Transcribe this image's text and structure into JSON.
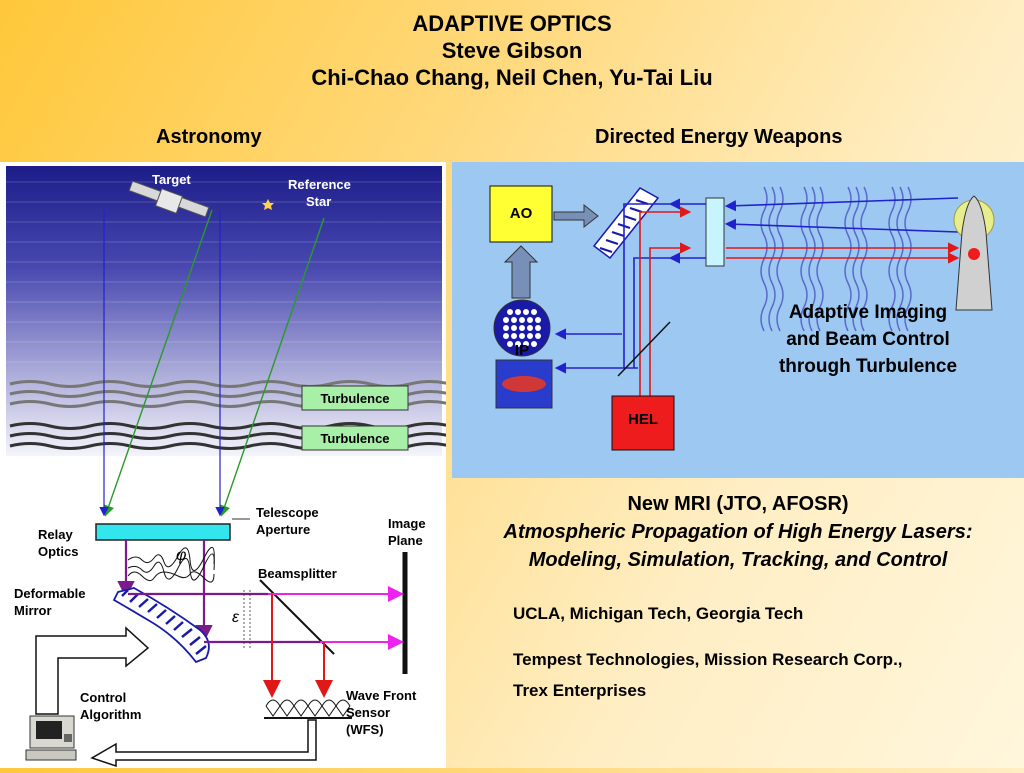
{
  "title": {
    "line1": "ADAPTIVE OPTICS",
    "line2": "Steve Gibson",
    "line3": "Chi-Chao Chang, Neil Chen, Yu-Tai Liu"
  },
  "sections": {
    "left": "Astronomy",
    "right": "Directed Energy Weapons"
  },
  "astronomy": {
    "target": "Target",
    "reference_star_line1": "Reference",
    "reference_star_line2": "Star",
    "turbulence_1": "Turbulence",
    "turbulence_2": "Turbulence",
    "relay_optics_line1": "Relay",
    "relay_optics_line2": "Optics",
    "telescope_line1": "Telescope",
    "telescope_line2": "Aperture",
    "image_plane_line1": "Image",
    "image_plane_line2": "Plane",
    "phi": "φ",
    "beamsplitter": "Beamsplitter",
    "deformable_line1": "Deformable",
    "deformable_line2": "Mirror",
    "epsilon": "ε",
    "control_line1": "Control",
    "control_line2": "Algorithm",
    "wfs_line1": "Wave Front",
    "wfs_line2": "Sensor",
    "wfs_line3": "(WFS)"
  },
  "dew": {
    "ao": "AO",
    "ip": "IP",
    "hel": "HEL",
    "caption_line1": "Adaptive Imaging",
    "caption_line2": "and Beam Control",
    "caption_line3": "through Turbulence"
  },
  "mri": {
    "line1": "New MRI (JTO, AFOSR)",
    "line2": "Atmospheric Propagation of High Energy Lasers:",
    "line3": "Modeling, Simulation, Tracking, and Control"
  },
  "affiliations": {
    "line1": "UCLA, Michigan Tech, Georgia Tech",
    "line2": "Tempest Technologies, Mission Research Corp.,",
    "line3": "Trex Enterprises"
  },
  "colors": {
    "sky_top": "#1f1f8c",
    "sky_bottom": "#f2f2fa",
    "dew_bg": "#9cc8f2",
    "ao_box": "#ffff33",
    "hel_box": "#ee1c1c",
    "turbulence_box": "#a8f0a8",
    "telescope": "#33e6ee",
    "purple_beam": "#7a1a8c",
    "red_beam": "#e01818",
    "magenta_beam": "#ee22ee",
    "blue_beam": "#2222cc",
    "green_ray": "#2a9a2a"
  }
}
